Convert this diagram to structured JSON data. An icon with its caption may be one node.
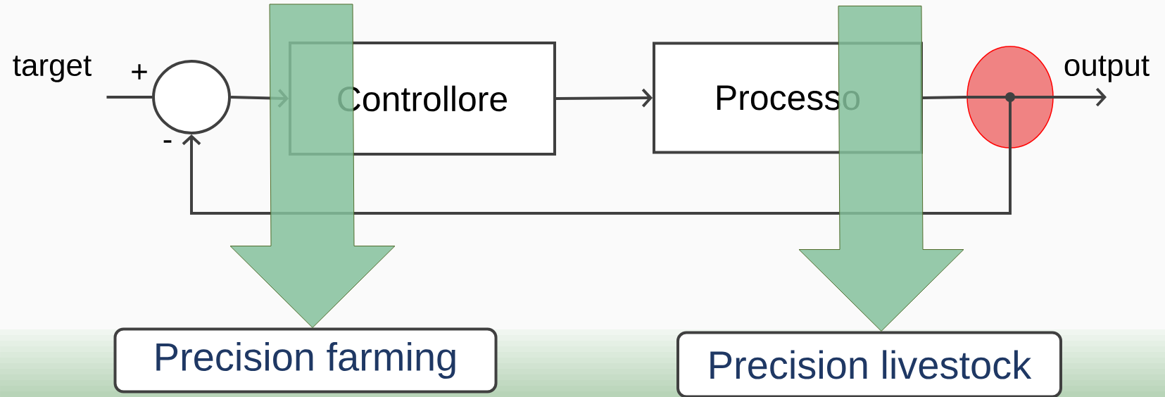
{
  "diagram": {
    "nodes": [
      {
        "text": [
          "target"
        ]
      },
      {
        "text": [],
        "shape": "circle",
        "beside": [
          "+",
          "-"
        ]
      },
      {
        "text": [
          "Controllore"
        ]
      },
      {
        "text": [
          "Processo"
        ]
      },
      {
        "text": [],
        "shape": "circle"
      },
      {
        "text": [
          "output"
        ]
      },
      {
        "text": [
          "Precision farming"
        ]
      },
      {
        "text": [
          "Precision livestock"
        ]
      }
    ],
    "edges": [
      {
        "from": 0,
        "to": 1,
        "arrow": "none"
      },
      {
        "from": 1,
        "to": 2,
        "arrow": "to"
      },
      {
        "from": 2,
        "to": 3,
        "arrow": "to"
      },
      {
        "from": 3,
        "to": 4,
        "arrow": "none"
      },
      {
        "from": 4,
        "to": 5,
        "arrow": "to"
      },
      {
        "from": 4,
        "to": 1,
        "arrow": "to"
      },
      {
        "from": 2,
        "to": 6,
        "arrow": "to",
        "style": "thick",
        "color": "#84bf9b"
      },
      {
        "from": 3,
        "to": 7,
        "arrow": "to",
        "style": "thick",
        "color": "#84bf9b"
      }
    ]
  }
}
